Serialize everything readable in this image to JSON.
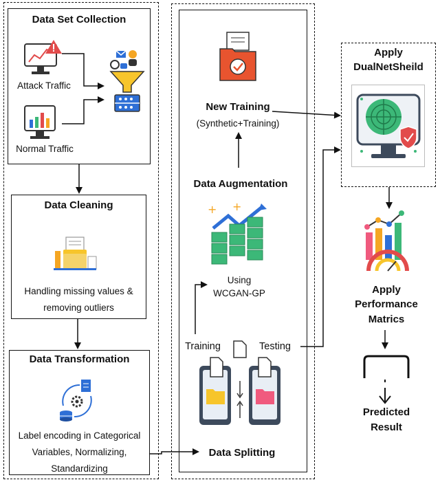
{
  "left_panel": {
    "collection": {
      "title": "Data Set Collection",
      "attack_label": "Attack Traffic",
      "normal_label": "Normal Traffic"
    },
    "cleaning": {
      "title": "Data Cleaning",
      "desc_line1": "Handling missing values &",
      "desc_line2": "removing outliers"
    },
    "transformation": {
      "title": "Data Transformation",
      "desc_line1": "Label encoding in Categorical",
      "desc_line2": "Variables, Normalizing,",
      "desc_line3": "Standardizing"
    }
  },
  "middle_panel": {
    "new_training": {
      "title": "New Training",
      "subtitle": "(Synthetic+Training)"
    },
    "augmentation": {
      "title": "Data Augmentation",
      "using_line1": "Using",
      "using_line2": "WCGAN-GP"
    },
    "splitting": {
      "training_label": "Training",
      "testing_label": "Testing",
      "title": "Data Splitting"
    }
  },
  "right_panel": {
    "apply_title_line1": "Apply",
    "apply_title_line2": "DualNetSheild",
    "metrics_line1": "Apply",
    "metrics_line2": "Performance",
    "metrics_line3": "Matrics",
    "result_line1": "Predicted",
    "result_line2": "Result"
  },
  "colors": {
    "accent_green": "#3cb878",
    "accent_orange": "#f5a623",
    "accent_blue": "#2e6fd6",
    "accent_red": "#e24b4b",
    "folder_yellow": "#f7c52b",
    "folder_pink": "#f05a7e"
  }
}
